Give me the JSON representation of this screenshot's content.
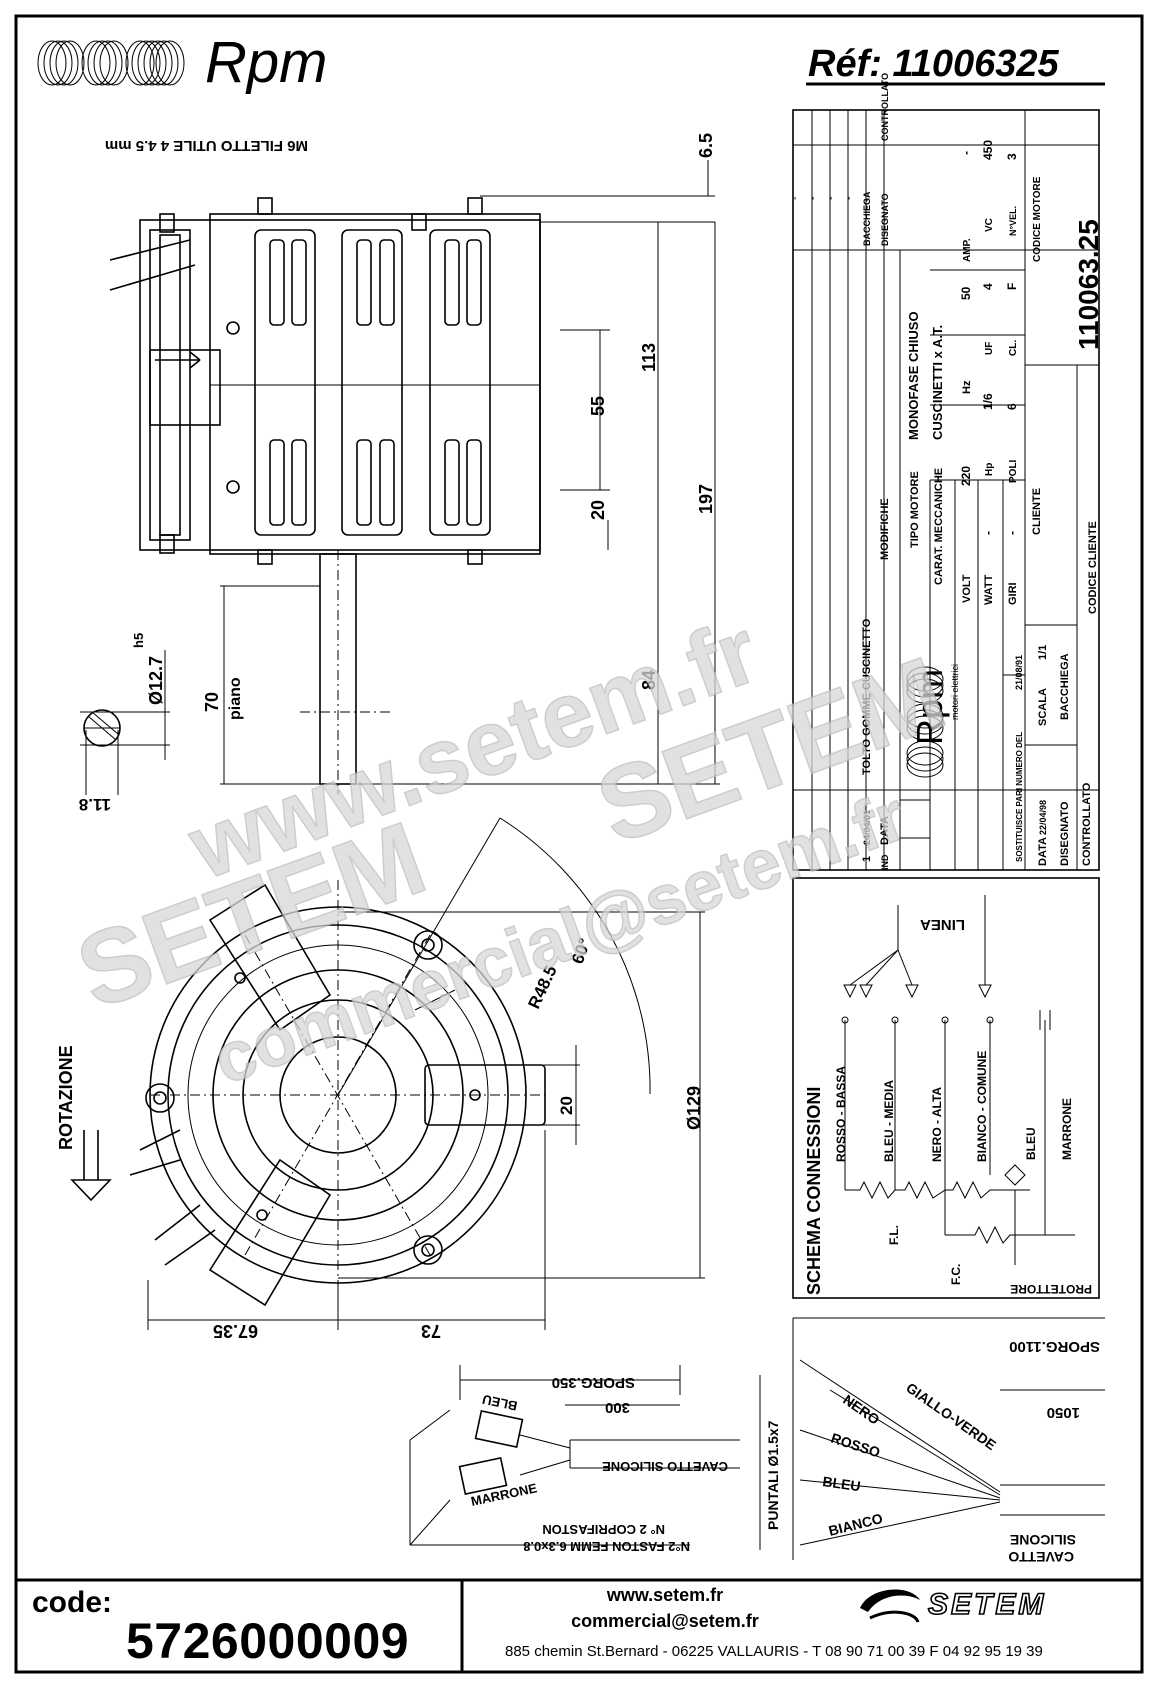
{
  "header": {
    "brand": "Rpm",
    "reference": "Réf:  11006325"
  },
  "top_view": {
    "thread_note": "M6 FILETTO UTILE 4   4.5 mm",
    "dim_6_5": "6.5",
    "dim_113": "113",
    "dim_55": "55",
    "dim_20": "20",
    "dim_197": "197",
    "dim_84": "84",
    "dim_70": "70",
    "piano": "piano",
    "shaft_dia": "Ø12.7",
    "shaft_tol": "h5",
    "flat": "11.8"
  },
  "front_view": {
    "rotation": "ROTAZIONE",
    "radius": "R48.5",
    "angle": "60°",
    "dia": "Ø129",
    "dim_20": "20",
    "dim_67": "67.35",
    "dim_73": "73"
  },
  "title_block": {
    "rev_headers": [
      "IND",
      "DATA",
      "MODIFICHE",
      "DISEGNATO",
      "CONTROLLATO"
    ],
    "rev_row": {
      "ind": "1",
      "data": "24/04/01",
      "modifiche": "TOLTO GOMME CUSCINETTO",
      "disegnato": "BACCHIEGA",
      "controllato": ""
    },
    "dashes": [
      "-",
      "-",
      "-",
      "-"
    ],
    "tipo_motore_label": "TIPO MOTORE",
    "tipo_motore": "MONOFASE CHIUSO",
    "carat_label": "CARAT. MECCANICHE",
    "carat": "CUSCINETTI x A.T.",
    "volt_label": "VOLT",
    "volt": "220",
    "hz_label": "Hz",
    "hz": "50",
    "amp_label": "AMP.",
    "amp": "-",
    "watt_label": "WATT",
    "watt": "-",
    "hp_label": "Hp",
    "hp": "1/6",
    "uf_label": "UF",
    "uf": "4",
    "vc_label": "VC",
    "vc": "450",
    "giri_label": "GIRI",
    "giri": "-",
    "poli_label": "POLI",
    "poli": "6",
    "cl_label": "CL.",
    "cl": "F",
    "nvel_label": "N°VEL.",
    "nvel": "3",
    "cliente_label": "CLIENTE",
    "codice_motore_label": "CODICE MOTORE",
    "codice_motore": "110063.25",
    "codice_cliente_label": "CODICE CLIENTE",
    "sostituisce": "SOSTITUISCE PARI NUMERO DEL",
    "sostituisce_date": "21/08/91",
    "data_label": "DATA",
    "data": "22/04/98",
    "scala_label": "SCALA",
    "scala": "1/1",
    "disegnato_label": "DISEGNATO",
    "disegnato": "BACCHIEGA",
    "controllato_label": "CONTROLLATO",
    "logo_sub": "motori elettrici"
  },
  "schema": {
    "title": "SCHEMA CONNESSIONI",
    "linea": "LINEA",
    "wires": [
      "ROSSO - BASSA",
      "BLEU - MEDIA",
      "NERO - ALTA",
      "BIANCO - COMUNE"
    ],
    "bleu": "BLEU",
    "marrone": "MARRONE",
    "fl": "F.L.",
    "fc": "F.C.",
    "protettore": "PROTETTORE"
  },
  "cables": {
    "sporg_1100": "SPORG.1100",
    "dim_1050": "1050",
    "puntali": "PUNTALI Ø1.5x7",
    "colors": [
      "GIALLO-VERDE",
      "NERO",
      "ROSSO",
      "BLEU",
      "BIANCO"
    ],
    "cavetto": "CAVETTO",
    "silicone": "SILICONE",
    "sporg_350": "SPORG.350",
    "dim_300": "300",
    "cap_bleu": "BLEU",
    "cap_marrone": "MARRONE",
    "cavetto_silicone": "CAVETTO SILICONE",
    "copri": "N° 2 COPRIFASTON",
    "faston": "N°2 FASTON FEMM 6.3x0.8"
  },
  "watermark": {
    "url": "www.setem.fr",
    "brand": "SETEM",
    "brand2": "SETEM",
    "email": "commercial@setem.fr"
  },
  "footer": {
    "code_label": "code:",
    "code_value": "5726000009",
    "web": "www.setem.fr",
    "email": "commercial@setem.fr",
    "address": "885 chemin St.Bernard  -  06225 VALLAURIS  -   T 08 90 71 00 39   F 04 92 95 19 39",
    "brand": "SETEM"
  }
}
